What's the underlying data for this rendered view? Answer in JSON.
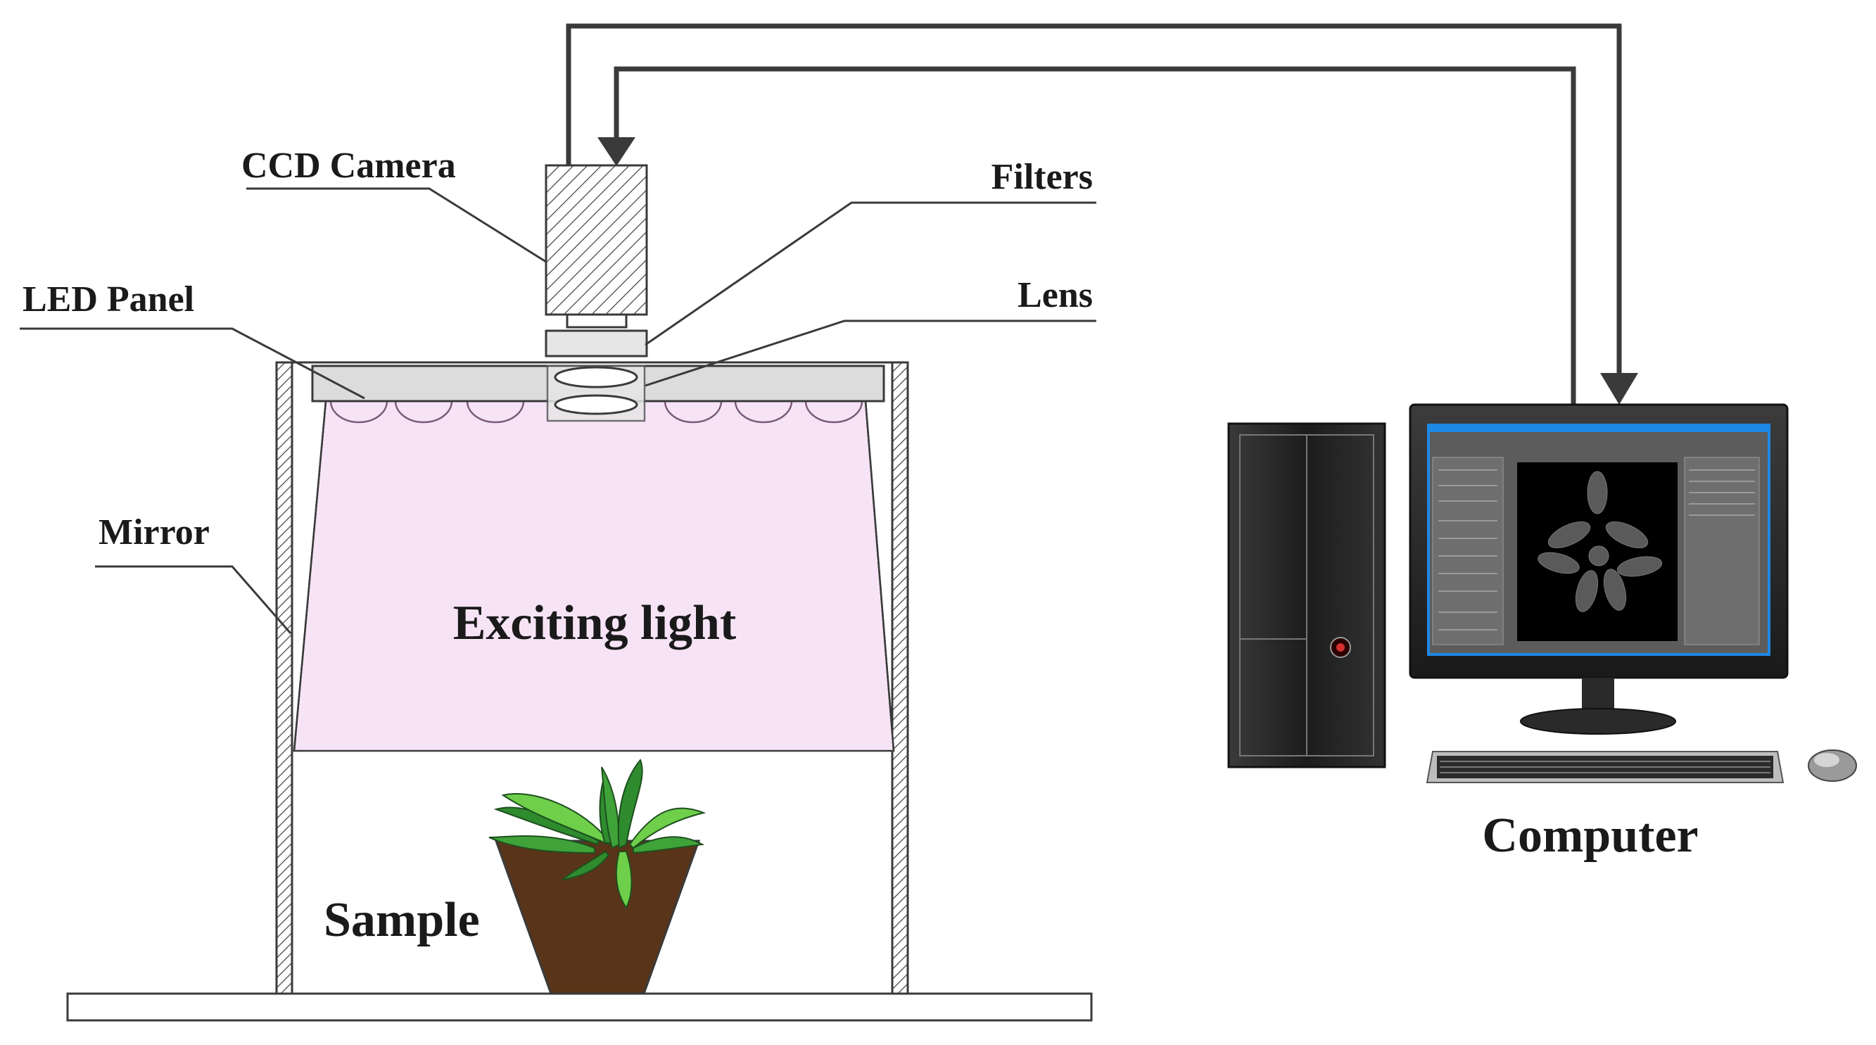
{
  "labels": {
    "ccd_camera": "CCD Camera",
    "filters": "Filters",
    "led_panel": "LED Panel",
    "lens": "Lens",
    "mirror": "Mirror",
    "exciting_light": "Exciting light",
    "sample": "Sample",
    "computer": "Computer"
  },
  "colors": {
    "line": "#3a3a3a",
    "light": "#f6e4f6",
    "panel": "#dcdcdc",
    "pot": "#5a3418",
    "leaf": "#2e8b2e",
    "leaf_light": "#6fcf4a",
    "case": "#2a2a2a",
    "screen_frame": "#1e88e5"
  }
}
